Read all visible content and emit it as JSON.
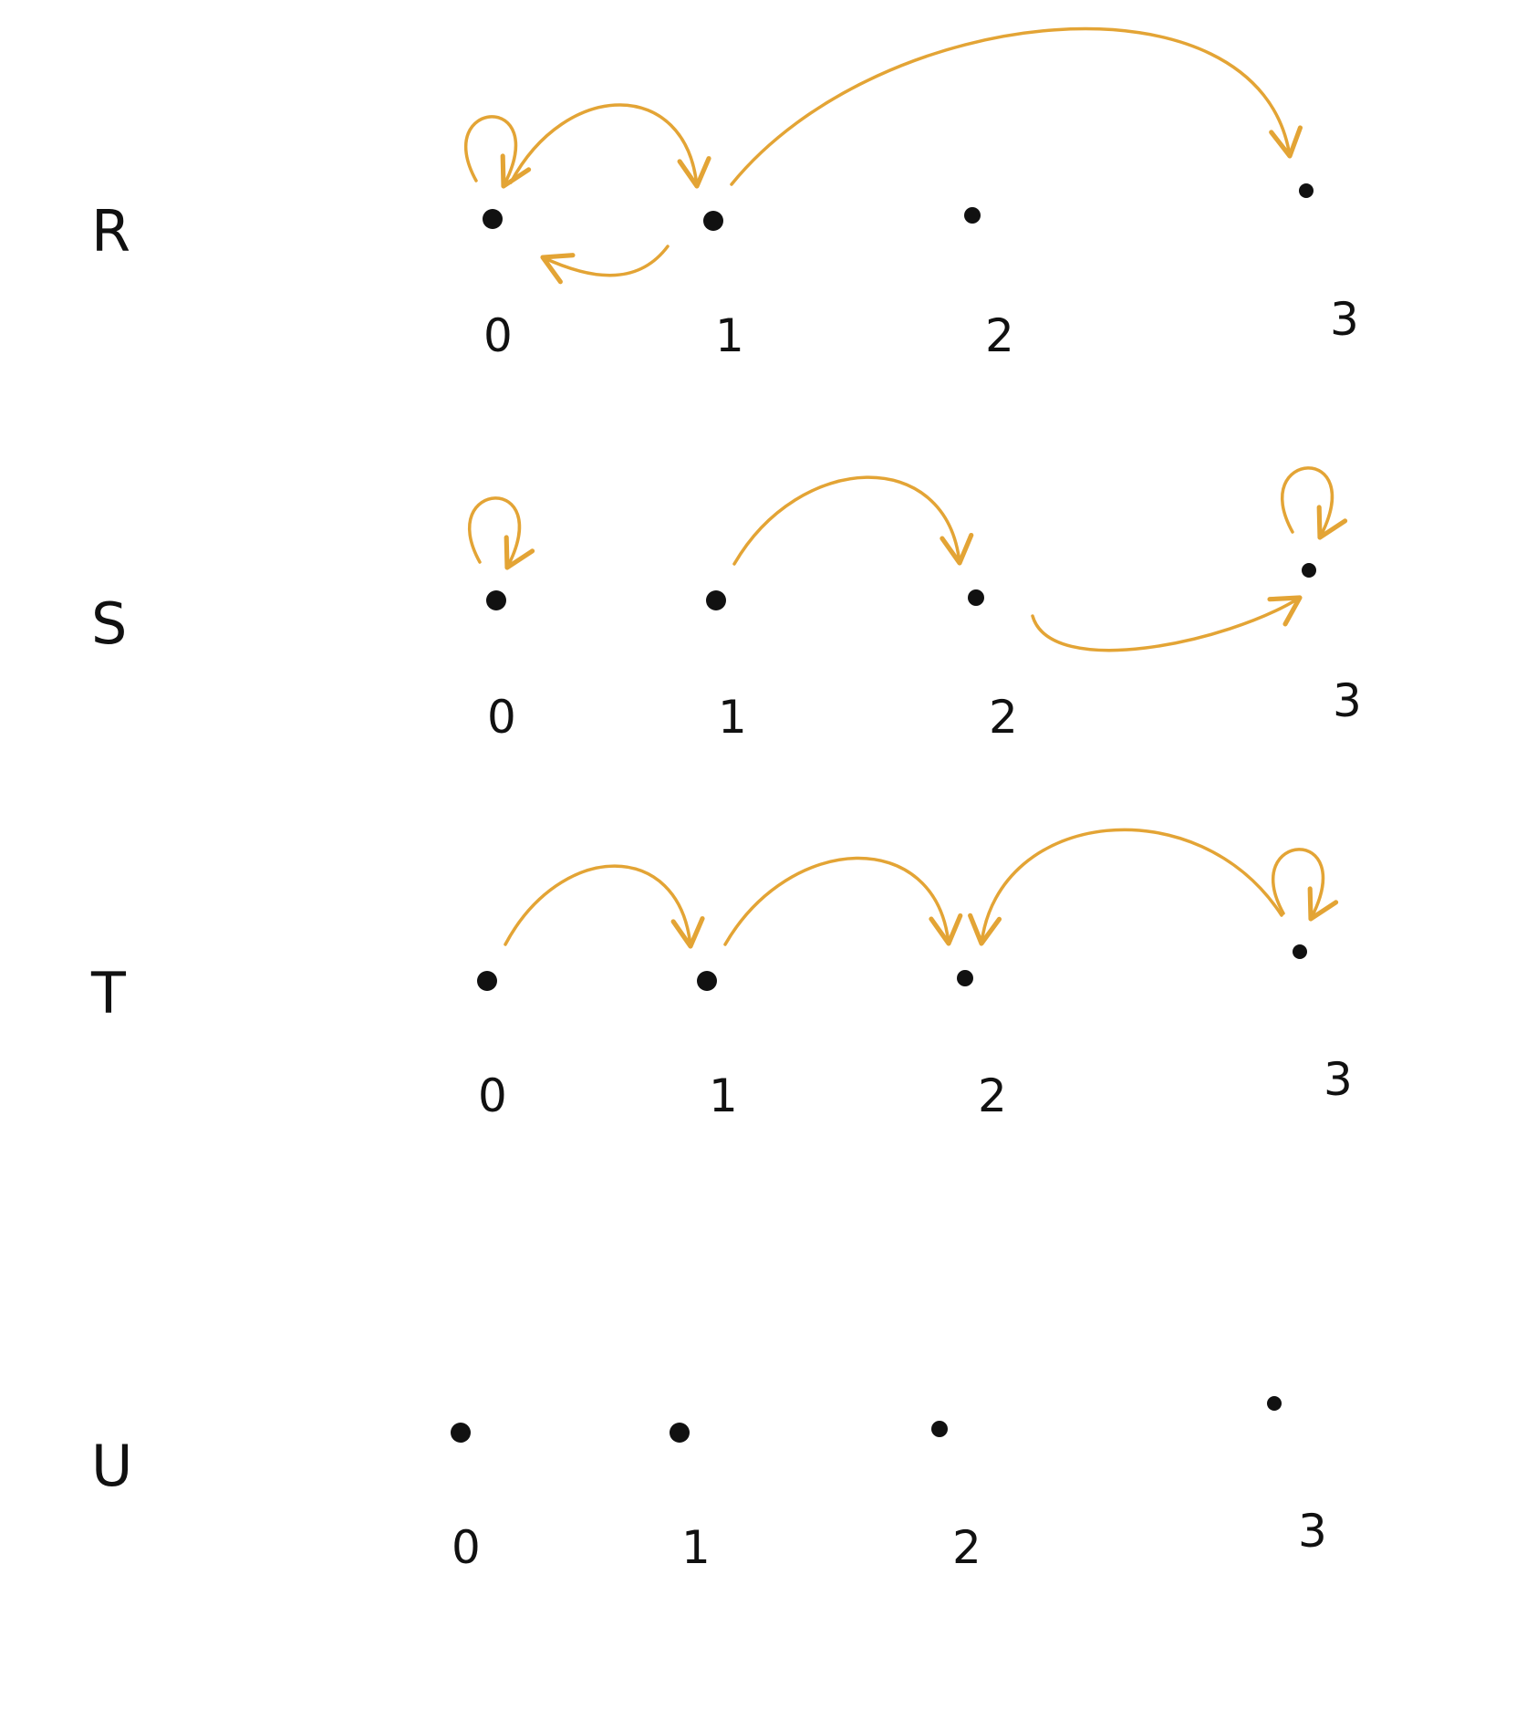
{
  "colors": {
    "edge": "#E3A435",
    "node": "#111111",
    "text": "#111111"
  },
  "relations": [
    {
      "name": "R",
      "nodes": [
        "0",
        "1",
        "2",
        "3"
      ],
      "edges": [
        [
          0,
          0
        ],
        [
          0,
          1
        ],
        [
          1,
          0
        ],
        [
          1,
          3
        ]
      ]
    },
    {
      "name": "S",
      "nodes": [
        "0",
        "1",
        "2",
        "3"
      ],
      "edges": [
        [
          0,
          0
        ],
        [
          1,
          2
        ],
        [
          2,
          3
        ],
        [
          3,
          3
        ]
      ]
    },
    {
      "name": "T",
      "nodes": [
        "0",
        "1",
        "2",
        "3"
      ],
      "edges": [
        [
          0,
          1
        ],
        [
          1,
          2
        ],
        [
          3,
          2
        ],
        [
          3,
          3
        ]
      ]
    },
    {
      "name": "U",
      "nodes": [
        "0",
        "1",
        "2",
        "3"
      ],
      "edges": []
    }
  ]
}
